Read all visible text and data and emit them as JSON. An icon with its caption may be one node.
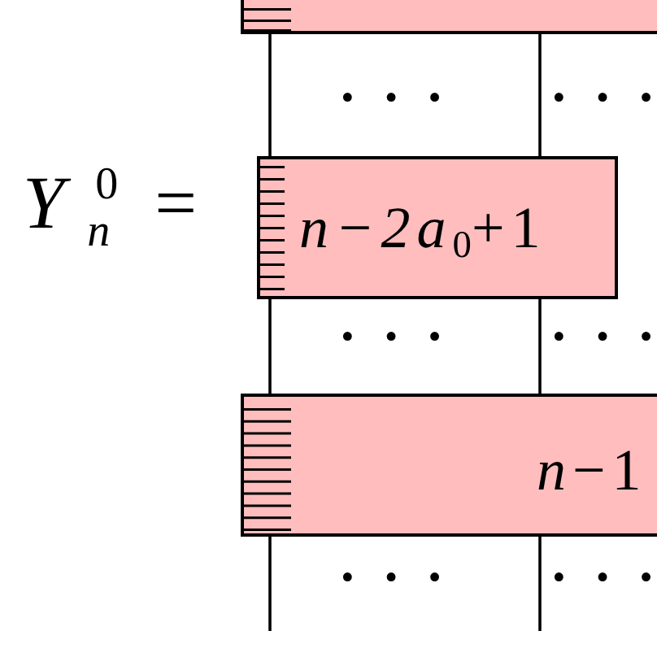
{
  "diagram": {
    "nodes": [
      {
        "text": [],
        "shape": "box"
      },
      {
        "text": [
          "*n−2a*$_{0}$+1"
        ]
      },
      {
        "text": [
          "*n*−1"
        ]
      }
    ],
    "edges": [
      {
        "from": 0,
        "to": 1,
        "arrow": "none"
      },
      {
        "from": 0,
        "to": 1,
        "arrow": "none"
      },
      {
        "from": 1,
        "to": 2,
        "arrow": "none"
      },
      {
        "from": 1,
        "to": 2,
        "arrow": "none"
      },
      {
        "from": 2,
        "to": null,
        "arrow": "none"
      },
      {
        "from": 2,
        "to": null,
        "arrow": "none"
      }
    ],
    "labels": [
      "· · ·",
      "· · ·",
      "*Y*$_{n}$$^{0}$ =",
      "· · ·",
      "· · ·",
      "· · ·",
      "· · ·"
    ]
  }
}
